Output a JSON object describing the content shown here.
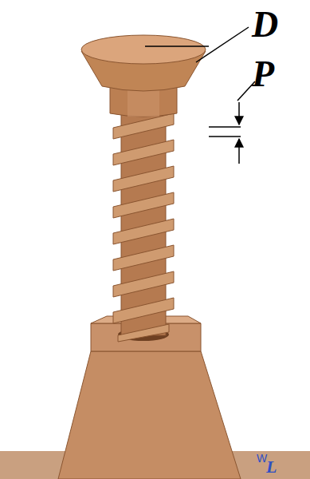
{
  "diagram": {
    "labels": [
      "D",
      "P",
      "W",
      "L"
    ]
  }
}
